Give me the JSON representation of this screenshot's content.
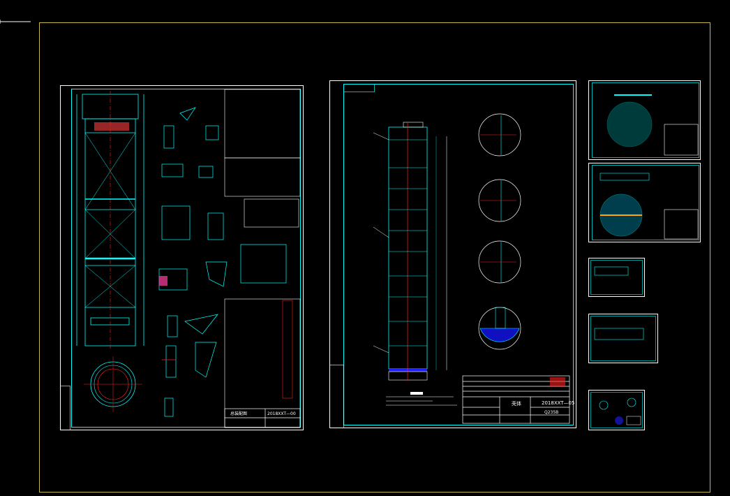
{
  "colors": {
    "background": "#000000",
    "layout_border": "#c8b84a",
    "sheet_border": "#ffffff",
    "cyan": "#00ffff",
    "red": "#ff2020",
    "blue": "#2020ff",
    "green": "#00ff00",
    "white": "#ffffff"
  },
  "sheet1": {
    "drawing_number": "2018XXT—00",
    "title_cell": "总装配图"
  },
  "sheet2": {
    "drawing_number": "2018XXT—05",
    "part_name": "壳体",
    "material": "Q235B"
  }
}
